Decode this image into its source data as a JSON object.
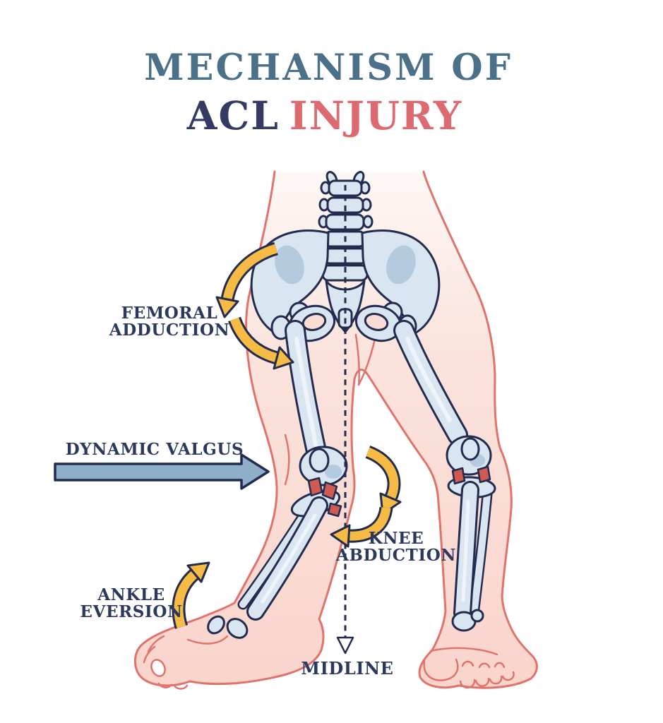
{
  "title": {
    "line1": "MECHANISM OF",
    "line2_acl": "ACL",
    "line2_injury": "INJURY"
  },
  "labels": {
    "femoral_adduction_line1": "FEMORAL",
    "femoral_adduction_line2": "ADDUCTION",
    "dynamic_valgus": "DYNAMIC VALGUS",
    "knee_abduction_line1": "KNEE",
    "knee_abduction_line2": "ABDUCTION",
    "ankle_eversion_line1": "ANKLE",
    "ankle_eversion_line2": "EVERSION",
    "midline": "MIDLINE"
  },
  "icons": {
    "femoral_adduction_arrows": "curved-rotation-arrow-pair",
    "dynamic_valgus_arrow": "thick-right-arrow",
    "knee_abduction_arrows": "curved-rotation-arrow-pair",
    "ankle_eversion_arrow": "curved-up-right-arrow",
    "midline_pointer": "dashed-line-open-down-arrow"
  },
  "colors": {
    "title_primary": "#4b7089",
    "title_acl": "#333b63",
    "title_injury": "#dd6a70",
    "label_text": "#2b3a5c",
    "arrow_yellow": "#f6bb45",
    "arrow_blue": "#8fafc8",
    "outline_navy": "#232c4e",
    "bone_fill": "#d9e6f2",
    "bone_shade": "#b3cadf",
    "bone_highlight": "#eef4fa",
    "skin_light": "#fef8f6",
    "skin_dark": "#f9d4cb",
    "skin_outline": "#e0746c",
    "ligament_red": "#cf5a52"
  }
}
